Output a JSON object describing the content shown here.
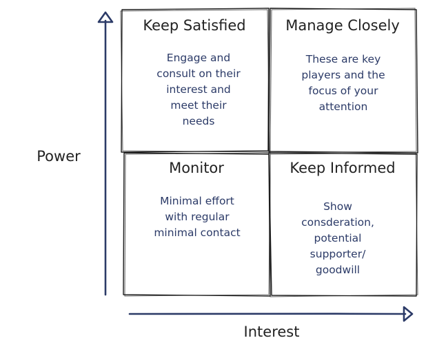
{
  "quadrants": [
    {
      "id": "top-left",
      "title": "Keep Satisfied",
      "lines": [
        "Engage and",
        "consult on their",
        "interest and",
        "meet their",
        "needs"
      ]
    },
    {
      "id": "top-right",
      "title": "Manage Closely",
      "lines": [
        "These are key",
        "players and the",
        "focus of your",
        "attention"
      ]
    },
    {
      "id": "bottom-left",
      "title": "Monitor",
      "lines": [
        "Minimal effort",
        "with regular",
        "minimal contact"
      ]
    },
    {
      "id": "bottom-right",
      "title": "Keep Informed",
      "lines": [
        "Show",
        "consderation,",
        "potential",
        "supporter/",
        "goodwill"
      ]
    }
  ],
  "axes": {
    "y_label": "Power",
    "x_label": "Interest"
  },
  "colors": {
    "outline": "#1d1d1d",
    "axis": "#2b3a67",
    "body_text": "#2b3a67",
    "title_text": "#222222"
  }
}
